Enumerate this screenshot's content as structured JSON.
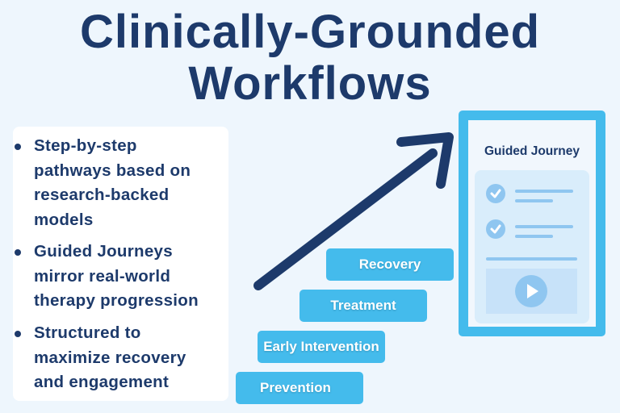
{
  "title": {
    "line1": "Clinically-Grounded",
    "line2": "Workflows"
  },
  "bullets": [
    {
      "lines": [
        "Step-by-step",
        "pathways based on",
        "research-backed",
        "models"
      ]
    },
    {
      "lines": [
        "Guided Journeys",
        "mirror real-world",
        "therapy progression"
      ]
    },
    {
      "lines": [
        "Structured to",
        "maximize recovery",
        "and engagement"
      ]
    }
  ],
  "steps": [
    "Prevention",
    "Early Intervention",
    "Treatment",
    "Recovery"
  ],
  "phone": {
    "title": "Guided Journey"
  },
  "colors": {
    "navy": "#1d3a6b",
    "accent": "#44bbec",
    "background": "#eef6fd"
  }
}
